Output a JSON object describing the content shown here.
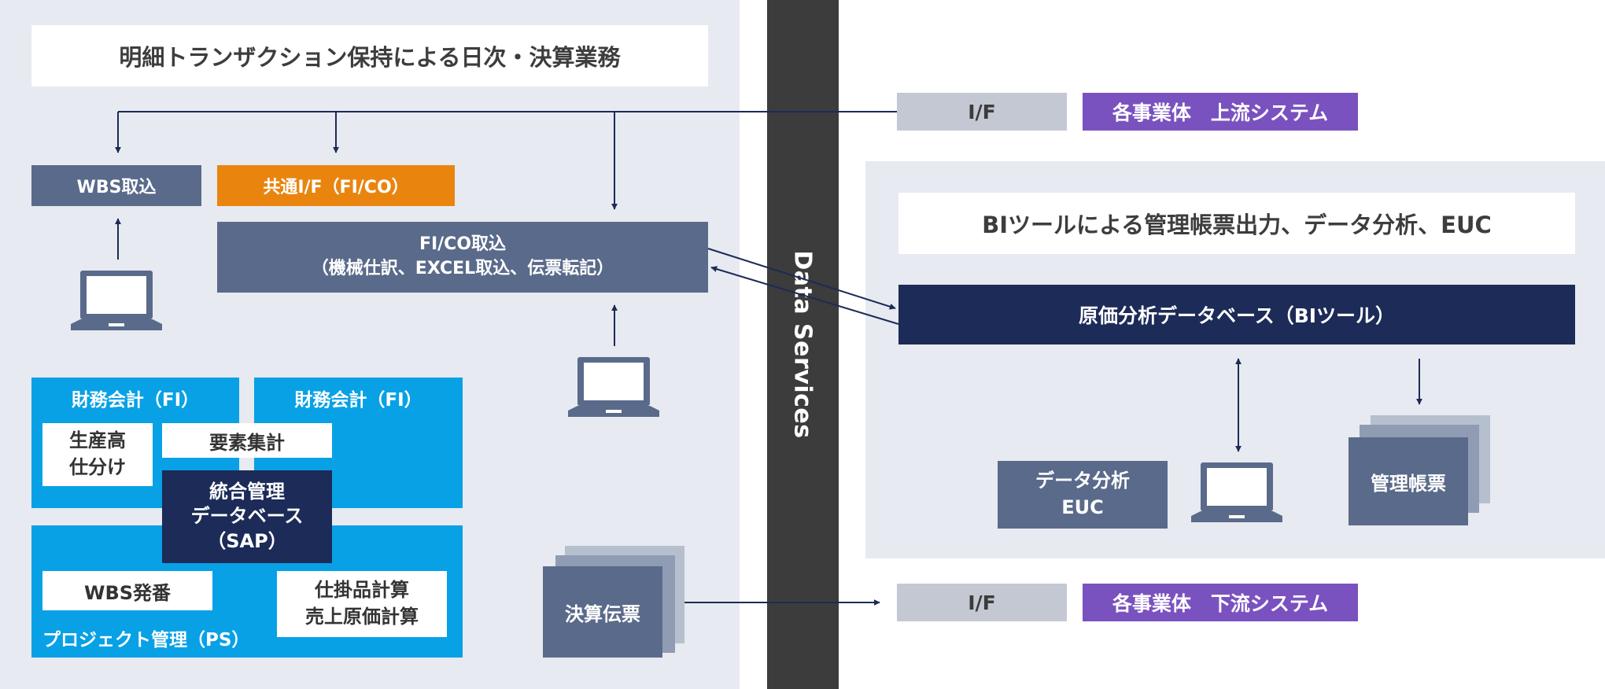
{
  "title_left": "明細トランザクション保持による日次・決算業務",
  "title_right": "BIツールによる管理帳票出力、データ分析、EUC",
  "data_services": "Data Services",
  "wbs_import": "WBS取込",
  "common_if": "共通I/F（FI/CO）",
  "fico_import": {
    "line1": "FI/CO取込",
    "line2": "（機械仕訳、EXCEL取込、伝票転記）"
  },
  "fi_left": "財務会計（FI）",
  "fi_right": "財務会計（FI）",
  "production": {
    "line1": "生産高",
    "line2": "仕分け"
  },
  "element_aggregation": "要素集計",
  "integrated_db": {
    "line1": "統合管理",
    "line2": "データベース",
    "line3": "（SAP）"
  },
  "wbs_issue": "WBS発番",
  "wip_calc": {
    "line1": "仕掛品計算",
    "line2": "売上原価計算"
  },
  "project_management": "プロジェクト管理（PS）",
  "closing_slip": "決算伝票",
  "if_label_top": "I/F",
  "upstream": "各事業体　上流システム",
  "if_label_bottom": "I/F",
  "downstream": "各事業体　下流システム",
  "cost_db": "原価分析データベース（BIツール）",
  "analysis_euc": {
    "line1": "データ分析",
    "line2": "EUC"
  },
  "mgmt_report": "管理帳票",
  "colors": {
    "panel": "#e7eaf0",
    "slate": "#5a6a8a",
    "navy": "#1c2b57",
    "orange": "#e9850f",
    "purple": "#7a52bf",
    "blue": "#08a1e6",
    "gray": "#c3c8d2",
    "bar": "#3c3c3c"
  }
}
